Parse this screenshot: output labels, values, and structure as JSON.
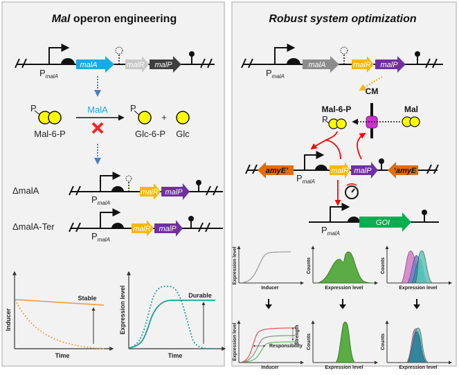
{
  "left": {
    "title_italic": "Mal",
    "title_rest": " operon engineering",
    "promoter": {
      "main": "P",
      "sub": "malA"
    },
    "genes": {
      "malA": "malA",
      "malR": "malR",
      "malP": "malP"
    },
    "reaction": {
      "enzyme": "MalA",
      "substrate": "Mal-6-P",
      "product1": "Glc-6-P",
      "plus": "+",
      "product2": "Glc",
      "phosphate": "P"
    },
    "constructs": [
      {
        "label": "ΔmalA"
      },
      {
        "label": "ΔmalA-Ter"
      }
    ],
    "plots": [
      {
        "ylabel": "Inducer",
        "xlabel": "Time",
        "annotation": "Stable"
      },
      {
        "ylabel": "Expression level",
        "xlabel": "Time",
        "annotation": "Durable"
      }
    ]
  },
  "right": {
    "title": "Robust system optimization",
    "promoter": {
      "main": "P",
      "sub": "malA"
    },
    "genes": {
      "malA": "malA",
      "malR": "malR",
      "malP": "malP",
      "amyE1": "amyE’",
      "amyE2": "‘amyE",
      "goi": "GOI"
    },
    "membrane_label": "CM",
    "mal6p_label": "Mal-6-P",
    "mal_label": "Mal",
    "phosphate": "P",
    "plots_top": [
      {
        "ylabel": "Expression level",
        "xlabel": "Inducer"
      },
      {
        "ylabel": "Counts",
        "xlabel": "Expression level"
      },
      {
        "ylabel": "Counts",
        "xlabel": "Expression level"
      }
    ],
    "plots_bottom": [
      {
        "ylabel": "Expression level",
        "xlabel": "Inducer",
        "strength": "Strength",
        "responsibility": "Responsibility"
      },
      {
        "ylabel": "Counts",
        "xlabel": "Expression level"
      },
      {
        "ylabel": "Counts",
        "xlabel": "Expression level"
      }
    ]
  },
  "colors": {
    "malA_blue": "#1ba9e6",
    "malR_yellow": "#f5b800",
    "malP_purple": "#7030a0",
    "malP_dark": "#3f3f3f",
    "malR_grey": "#bfbfbf",
    "malA_grey": "#8c8c8c",
    "amyE_orange": "#e46c0a",
    "goi_green": "#00b050",
    "sugar_yellow": "#ffff00",
    "transporter_magenta": "#cc33cc",
    "arrow_red": "#ff0000",
    "inducer_orange": "#f0a050",
    "teal": "#1a9e96",
    "hist_green": "#5aac44"
  }
}
